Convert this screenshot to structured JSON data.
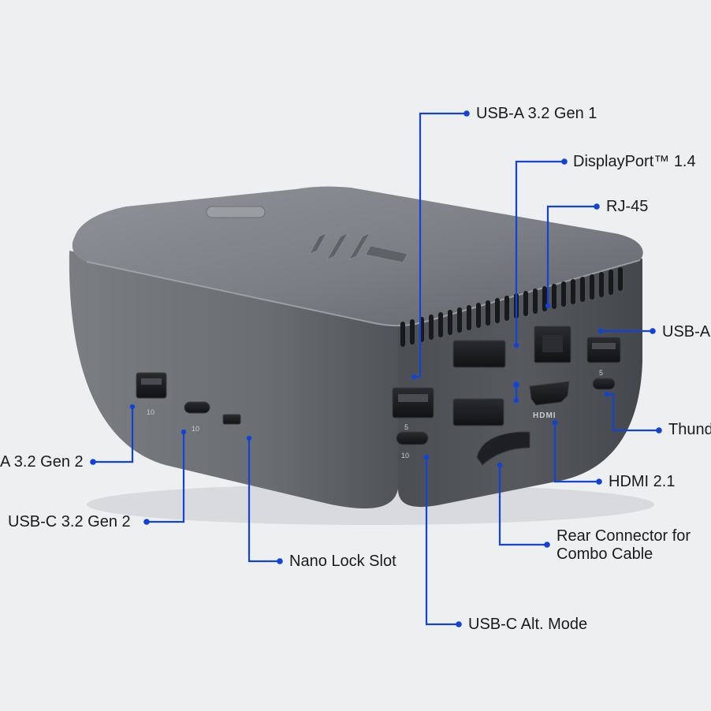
{
  "accent_color": "#1144d6",
  "product": {
    "logo_icon": "hp-slash-logo-icon",
    "port_badges": {
      "front_usb_a": "10",
      "front_usb_c": "10",
      "rear_usb_a_left": "5",
      "rear_usb_c_left": "10",
      "rear_usb_a_right": "5",
      "hdmi": "HDMI"
    }
  },
  "callouts": [
    {
      "id": "usb-a-3-2-gen-1",
      "label": "USB-A 3.2 Gen 1"
    },
    {
      "id": "displayport-1-4",
      "label": "DisplayPort™ 1.4"
    },
    {
      "id": "rj-45",
      "label": "RJ-45"
    },
    {
      "id": "usb-a-right",
      "label": "USB-A"
    },
    {
      "id": "thunderbolt",
      "label": "Thund"
    },
    {
      "id": "usb-a-3-2-gen-2",
      "label": "A 3.2 Gen 2"
    },
    {
      "id": "usb-c-3-2-gen-2",
      "label": "USB-C 3.2 Gen 2"
    },
    {
      "id": "nano-lock-slot",
      "label": "Nano Lock Slot"
    },
    {
      "id": "hdmi-2-1",
      "label": "HDMI 2.1"
    },
    {
      "id": "rear-connector",
      "label": "Rear Connector for\nCombo Cable"
    },
    {
      "id": "usb-c-alt-mode",
      "label": "USB-C Alt. Mode"
    }
  ]
}
